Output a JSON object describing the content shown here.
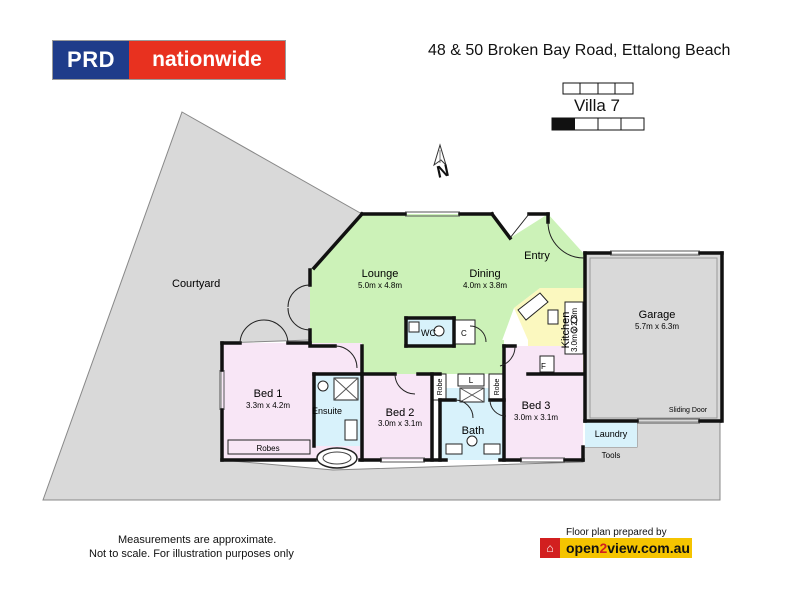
{
  "header": {
    "logo_left": "PRD",
    "logo_right": "nationwide",
    "address": "48 & 50 Broken Bay Road, Ettalong Beach",
    "villa": "Villa 7"
  },
  "compass": {
    "label": "N"
  },
  "rooms": {
    "courtyard": "Courtyard",
    "lounge": "Lounge",
    "lounge_dim": "5.0m x 4.8m",
    "dining": "Dining",
    "dining_dim": "4.0m x 3.8m",
    "entry": "Entry",
    "garage": "Garage",
    "garage_dim": "5.7m x 6.3m",
    "kitchen": "Kitchen",
    "kitchen_dim": "3.0m x 2.3m",
    "kitchen_f": "F",
    "wc": "WC",
    "c": "C",
    "bed1": "Bed 1",
    "bed1_dim": "3.3m x 4.2m",
    "robes_bed1": "Robes",
    "ensuite": "Ensuite",
    "bed2": "Bed 2",
    "bed2_dim": "3.0m x 3.1m",
    "robe_left": "Robe",
    "robe_right": "Robe",
    "linen": "L",
    "bath": "Bath",
    "bed3": "Bed 3",
    "bed3_dim": "3.0m x 3.1m",
    "laundry": "Laundry",
    "tools": "Tools",
    "sliding_door": "Sliding Door"
  },
  "footer": {
    "note_line1": "Measurements are approximate.",
    "note_line2": "Not to scale.  For illustration purposes only",
    "prepared_by": "Floor plan prepared by",
    "brand_pre": "open",
    "brand_num": "2",
    "brand_post": "view.com.au"
  },
  "colors": {
    "green": "#ccf2b8",
    "pink": "#f8e6f6",
    "blue": "#d8f2fb",
    "gray": "#d9d9d9",
    "yellow": "#fbf8bf",
    "wall": "#111111",
    "brand_red": "#e8311f",
    "brand_blue": "#1f3c8a",
    "o2v_yellow": "#f5c400"
  }
}
